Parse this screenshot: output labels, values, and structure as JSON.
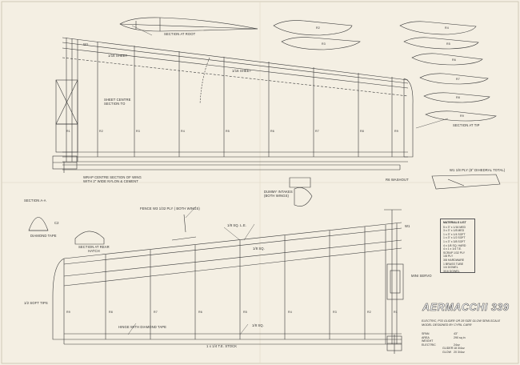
{
  "labels": {
    "section_root": "SECTION AT ROOT",
    "section_tip": "SECTION AT TIP",
    "section_aa": "SECTION A-A",
    "section_rear_hatch": "SECTION AT REAR\nHATCH",
    "diamond_tape": "DIAMOND TAPE",
    "sheet_centre": "SHEET CENTRE\nSECTION TO",
    "sheet_1_16": "1/16 SHEET",
    "sheet_right": "1/16 SHEET",
    "wrap_note": "WRAP CENTRE SECTION OF WING\nWITH 2\" WIDE NYLON & CEMENT",
    "wi_ply": "W1 1/8 PLY (8° DIHEDRAL TOTAL)",
    "r6_washout": "R6 WASHOUT",
    "dummy_intakes": "DUMMY INTAKES\n(BOTH WINGS)",
    "fence": "FENCE W3 1/32 PLY ( BOTH WINGS)",
    "soft_le": "1/8 SQ. L.E.",
    "sq_sq": "1/8 SQ.",
    "sq_sq_low": "1/8 SQ.",
    "hinge": "HINGE WITH DIAMOND TAPE",
    "te_stock": "1 x 1/4 T.E. STOCK",
    "servo": "MINI SERVO",
    "soft_tips": "1/2 SOFT TIPS",
    "c2": "C2",
    "w1": "W1",
    "w1b": "W1"
  },
  "ribs_upper": [
    "R1",
    "R2",
    "R3",
    "R4",
    "R5",
    "R6",
    "R7",
    "R8",
    "R9"
  ],
  "ribs_lower": [
    "R9",
    "R8",
    "R7",
    "R6",
    "R5",
    "R4",
    "R3",
    "R2",
    "R1"
  ],
  "rib_sections": [
    "R2",
    "R3",
    "R4",
    "R5",
    "R6",
    "R7",
    "R8",
    "R9"
  ],
  "title": "AERMACCHI 339",
  "subtitle": "ELECTRIC, P33 GLIDER OR 28 SIZE GLOW SEMI-SCALE MODEL DESIGNED BY CYRIL CARR",
  "specs": [
    {
      "k": "SPAN",
      "s": "",
      "v": "43\""
    },
    {
      "k": "AREA",
      "s": "",
      "v": "290 sq in"
    },
    {
      "k": "WEIGHT ELECTRIC",
      "s": "",
      "v": "24oz"
    },
    {
      "k": "",
      "s": "GLIDER",
      "v": "18 3/4oz"
    },
    {
      "k": "",
      "s": "GLOW",
      "v": "20 3/4oz"
    }
  ],
  "materials": {
    "heading": "MATERIALS LIST",
    "items": [
      "5 x 3\" x 1/16 MED",
      "3 x 3\" x 1/8 MED",
      "1 x 3\" x 1/4 SOFT",
      "1 x 3\" x 1/2 SOFT",
      "1 x 3\" x 3/8 SOFT",
      "4 x 1/8 SQ. HARD",
      "4 x 1 x 1/4 T.E.",
      "SCRAP 1/32 PLY",
      "1/8 PLY",
      "3/8 HARDWARE",
      "1 BRASS TUBE",
      "1/4 DOWEL",
      "3/16 DOWEL"
    ]
  }
}
